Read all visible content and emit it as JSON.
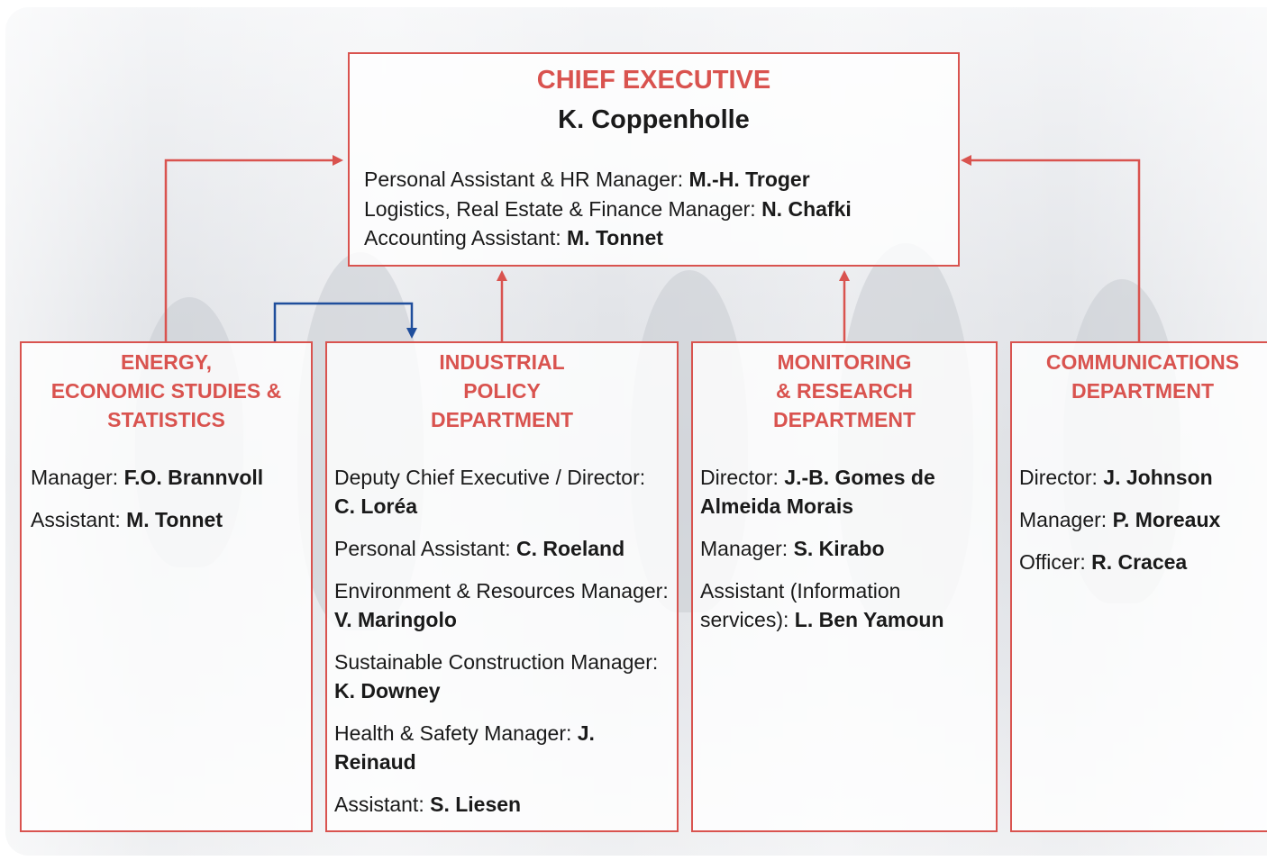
{
  "chief_executive": {
    "title": "CHIEF EXECUTIVE",
    "name": "K. Coppenholle",
    "staff": [
      {
        "role": "Personal Assistant & HR Manager: ",
        "person": "M.-H. Troger"
      },
      {
        "role": "Logistics, Real Estate & Finance Manager: ",
        "person": "N. Chafki"
      },
      {
        "role": "Accounting Assistant: ",
        "person": "M. Tonnet"
      }
    ]
  },
  "departments": {
    "energy": {
      "title": "ENERGY,\nECONOMIC STUDIES &\nSTATISTICS",
      "entries": [
        {
          "role": "Manager: ",
          "person": "F.O. Brannvoll"
        },
        {
          "role": "Assistant: ",
          "person": "M. Tonnet"
        }
      ]
    },
    "industrial": {
      "title": "INDUSTRIAL\nPOLICY\nDEPARTMENT",
      "entries": [
        {
          "role": "Deputy Chief Executive / Director: ",
          "person": "C. Loréa"
        },
        {
          "role": "Personal Assistant: ",
          "person": "C. Roeland"
        },
        {
          "role": "Environment & Resources Manager: ",
          "person": "V. Maringolo"
        },
        {
          "role": "Sustainable Construction Manager: ",
          "person": "K. Downey"
        },
        {
          "role": "Health & Safety Manager: ",
          "person": "J. Reinaud"
        },
        {
          "role": "Assistant: ",
          "person": "S. Liesen"
        }
      ]
    },
    "monitoring": {
      "title": "MONITORING\n& RESEARCH\nDEPARTMENT",
      "entries": [
        {
          "role": "Director: ",
          "person": "J.-B. Gomes de Almeida Morais"
        },
        {
          "role": "Manager: ",
          "person": "S. Kirabo"
        },
        {
          "role": "Assistant (Information services): ",
          "person": "L. Ben Yamoun"
        }
      ]
    },
    "communications": {
      "title": "COMMUNICATIONS\nDEPARTMENT",
      "entries": [
        {
          "role": "Director: ",
          "person": "J. Johnson"
        },
        {
          "role": "Manager: ",
          "person": "P. Moreaux"
        },
        {
          "role": "Officer: ",
          "person": "R. Cracea"
        }
      ]
    }
  },
  "colors": {
    "accent_red": "#d9534f",
    "link_blue": "#1f4e9c",
    "text": "#1a1a1a"
  }
}
